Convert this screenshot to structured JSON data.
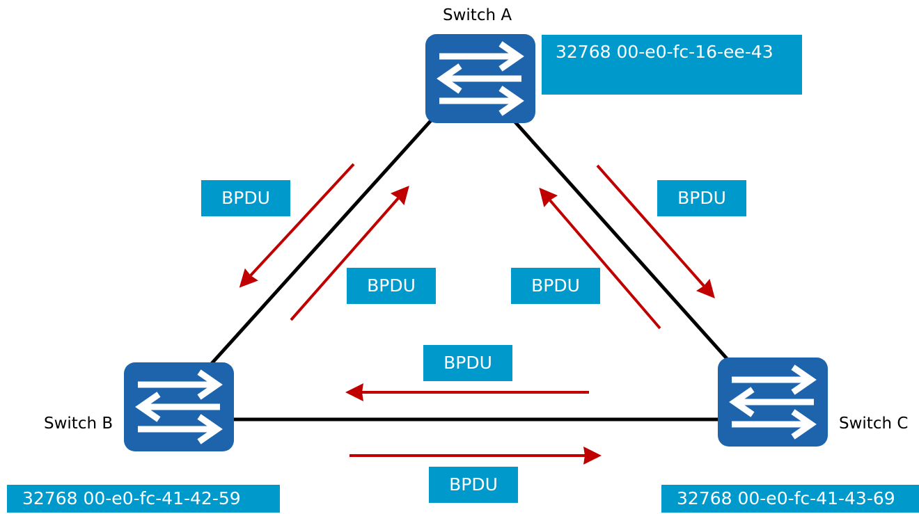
{
  "switches": {
    "a": {
      "name": "Switch A",
      "address": "32768 00-e0-fc-16-ee-43"
    },
    "b": {
      "name": "Switch B",
      "address": "32768 00-e0-fc-41-42-59"
    },
    "c": {
      "name": "Switch C",
      "address": "32768 00-e0-fc-41-43-69"
    }
  },
  "bpdu_labels": [
    "BPDU",
    "BPDU",
    "BPDU",
    "BPDU",
    "BPDU",
    "BPDU"
  ],
  "colors": {
    "switch_fill": "#1e64ad",
    "link_line": "#000000",
    "bpdu_arrow": "#c00000",
    "label_box": "#0099cc"
  },
  "icons": {
    "switch": "switch-arrows-icon"
  }
}
